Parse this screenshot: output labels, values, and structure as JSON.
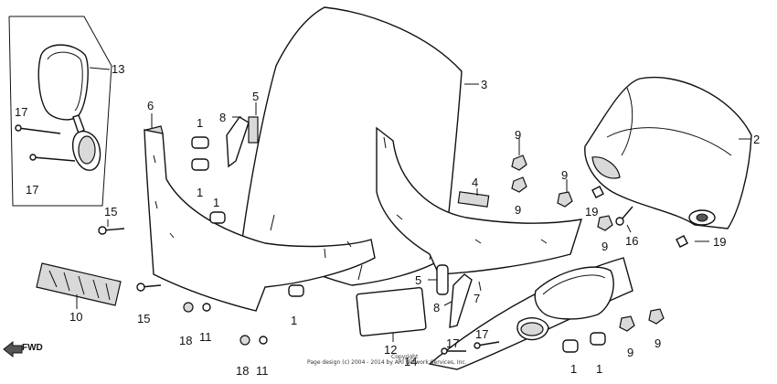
{
  "callouts": [
    "1",
    "2",
    "3",
    "4",
    "5",
    "6",
    "7",
    "8",
    "9",
    "10",
    "11",
    "12",
    "13",
    "14",
    "15",
    "16",
    "17",
    "18",
    "19"
  ],
  "fwd_label": "FWD",
  "footer": {
    "line1": "Copyright",
    "line2": "Page design (c) 2004 - 2014 by ARI Network Services, Inc."
  }
}
